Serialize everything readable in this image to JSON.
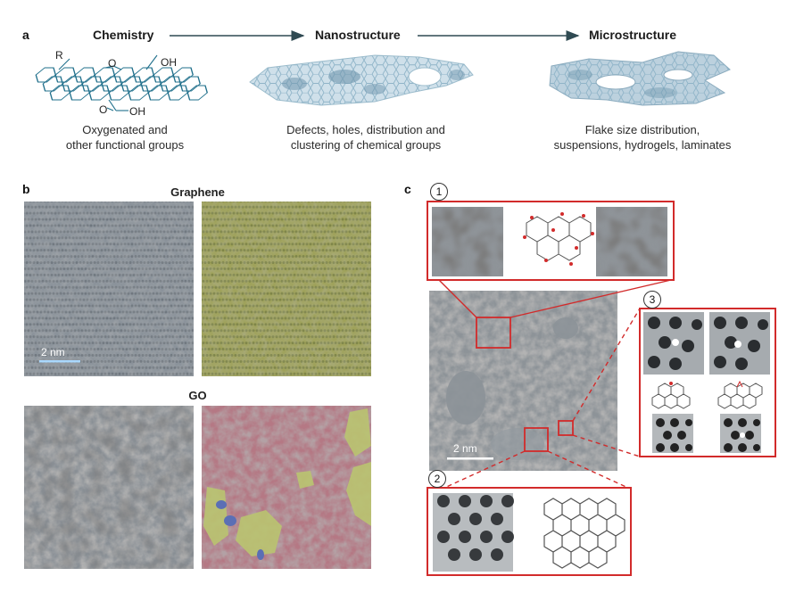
{
  "panel_a": {
    "letter": "a",
    "stages": [
      {
        "title": "Chemistry",
        "caption": "Oxygenated and\nother functional groups"
      },
      {
        "title": "Nanostructure",
        "caption": "Defects, holes, distribution and\nclustering of chemical groups"
      },
      {
        "title": "Microstructure",
        "caption": "Flake size distribution,\nsuspensions, hydrogels, laminates"
      }
    ],
    "chem_labels": {
      "r": "R",
      "o_epoxy": "O",
      "oh": "OH",
      "o_carboxyl": "O",
      "oh_carboxyl": "OH"
    }
  },
  "panel_b": {
    "letter": "b",
    "graphene_title": "Graphene",
    "go_title": "GO",
    "scale_label": "2 nm"
  },
  "panel_c": {
    "letter": "c",
    "callouts": [
      "1",
      "2",
      "3"
    ],
    "scale_label": "2 nm"
  },
  "colors": {
    "accent_red": "#d22b2b",
    "lattice_blue": "#1f6f8b",
    "graphene_overlay": "#bfc86a",
    "go_overlay_red": "#c87a86",
    "go_overlay_green": "#b9c470",
    "go_overlay_blue": "#5b6fb5"
  }
}
